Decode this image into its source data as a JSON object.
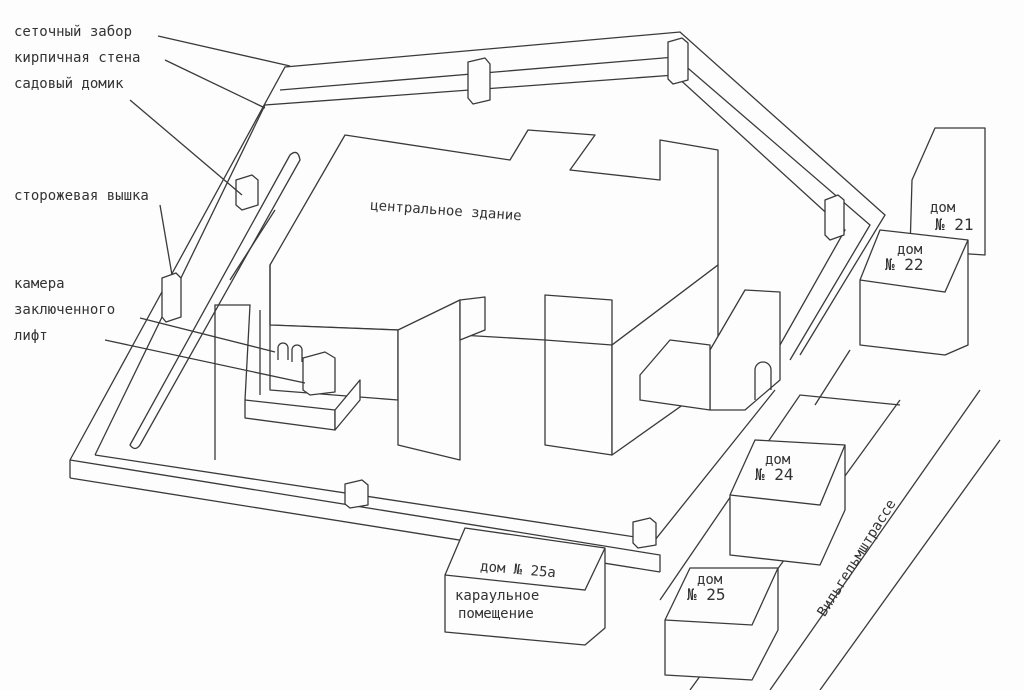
{
  "legend": {
    "mesh_fence": "сеточный забор",
    "brick_wall": "кирпичная стена",
    "garden_house": "садовый домик",
    "watchtower": "сторожевая вышка",
    "cell_line1": "камера",
    "cell_line2": "заключенного",
    "elevator": "лифт"
  },
  "buildings": {
    "central": "центральное здание",
    "house21_a": "дом",
    "house21_b": "№ 21",
    "house22_a": "дом",
    "house22_b": "№ 22",
    "house24_a": "дом",
    "house24_b": "№ 24",
    "house25_a": "дом",
    "house25_b": "№ 25",
    "house25a": "дом № 25а",
    "guard_line1": "караульное",
    "guard_line2": "помещение"
  },
  "street": "Вильгельмштрассе"
}
